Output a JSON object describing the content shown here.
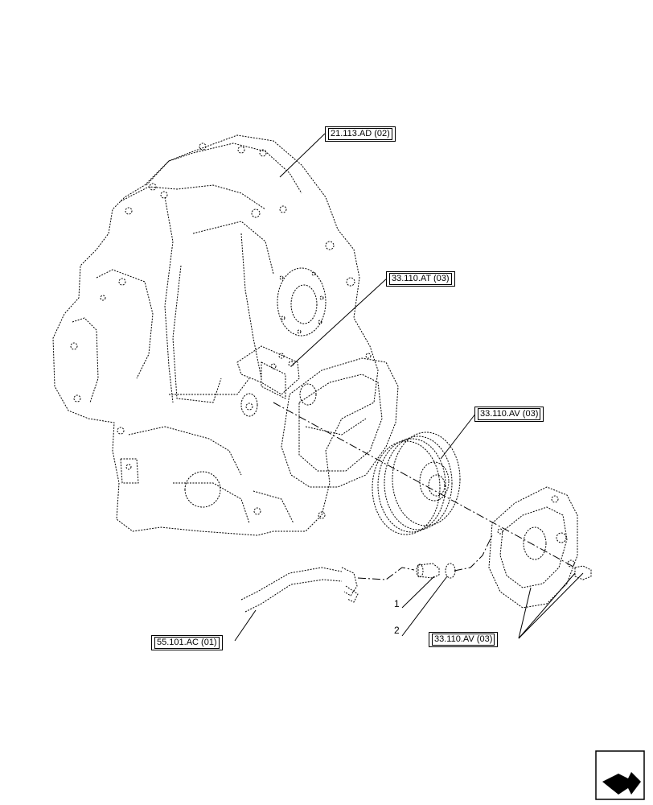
{
  "references": {
    "ref_1": "21.113.AD (02)",
    "ref_2": "33.110.AT (03)",
    "ref_3": "33.110.AV (03)",
    "ref_4": "33.110.AV (03)",
    "ref_5": "55.101.AC (01)"
  },
  "callouts": {
    "c1": "1",
    "c2": "2"
  },
  "icons": {
    "nav": "next-page-arrow-icon"
  },
  "colors": {
    "line": "#000000",
    "background": "#ffffff"
  }
}
